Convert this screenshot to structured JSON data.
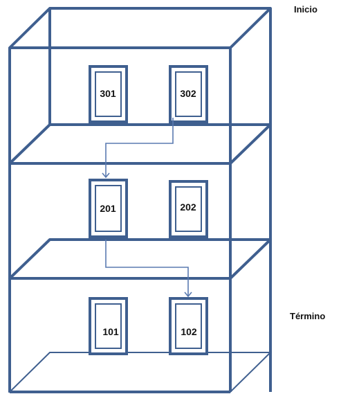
{
  "labels": {
    "start": "Inicio",
    "end": "Término"
  },
  "floors": [
    {
      "level": 3,
      "rooms": [
        "301",
        "302"
      ]
    },
    {
      "level": 2,
      "rooms": [
        "201",
        "202"
      ]
    },
    {
      "level": 1,
      "rooms": [
        "101",
        "102"
      ]
    }
  ],
  "route": [
    "302",
    "201",
    "102"
  ],
  "colors": {
    "structure": "#3f5f8f",
    "route_arrow": "#5a7ab0",
    "text": "#111111",
    "background": "#ffffff"
  }
}
